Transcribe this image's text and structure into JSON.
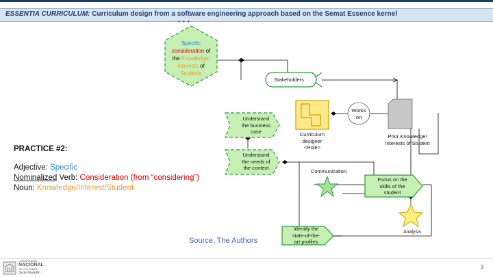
{
  "header": {
    "title_italic": "ESSENTIA CURRICULUM:",
    "title_rest": " Curriculum design from a software engineering approach based on the Semat Essence kernel",
    "dots": "• • •"
  },
  "diagram": {
    "hexagon": {
      "line1": "Specific",
      "line2_colored": "consideration",
      "line2_rest": " of",
      "line3_plain": "the ",
      "line3_colored": "Knowledge/",
      "line4_colored": "Interests",
      "line4_rest": " of",
      "line5": "Students"
    },
    "stakeholders": "Stakeholders",
    "understand_business": [
      "Understand",
      "the business",
      "case"
    ],
    "understand_needs": [
      "Understand",
      "the needs of",
      "the context"
    ],
    "curriculum_designer": [
      "Curriculum",
      "designer",
      "<Role>"
    ],
    "works_on": [
      "Works",
      "on"
    ],
    "prior_knowledge": [
      "Prior Knowledge/",
      "Interests of Student"
    ],
    "communication": "Communication",
    "focus_skills": [
      "Focus on the",
      "skills of the",
      "student"
    ],
    "identify_state": [
      "Identify the",
      "state-of-the-",
      "art profiles"
    ],
    "analysis": "Analysis"
  },
  "practice": {
    "title": "PRACTICE #2:",
    "adjective_label": "Adjective: ",
    "adjective_value": "Specific",
    "nominalized_label": "Nominalized",
    "verb_label": " Verb: ",
    "verb_value": "Consideration (from “considering”)",
    "noun_label": "Noun: ",
    "noun_value": "Knowledge/Interest/Student"
  },
  "source": "Source: The Authors",
  "footer": {
    "logo_line1": "UNIVERSIDAD",
    "logo_line2": "NACIONAL",
    "logo_line3": "DE COLOMBIA",
    "logo_line4": "Sede Medellín",
    "slide_number": "3"
  },
  "colors": {
    "header_band": "#d9e4f2",
    "header_text": "#1f3d6b",
    "green_fill": "#c6efb3",
    "green_stroke": "#2e9a3a",
    "yellow_fill": "#ffe88a",
    "yellow_stroke": "#c8a200",
    "blue": "#1f8ad6",
    "red": "#e00000",
    "orange": "#f39a2e"
  }
}
